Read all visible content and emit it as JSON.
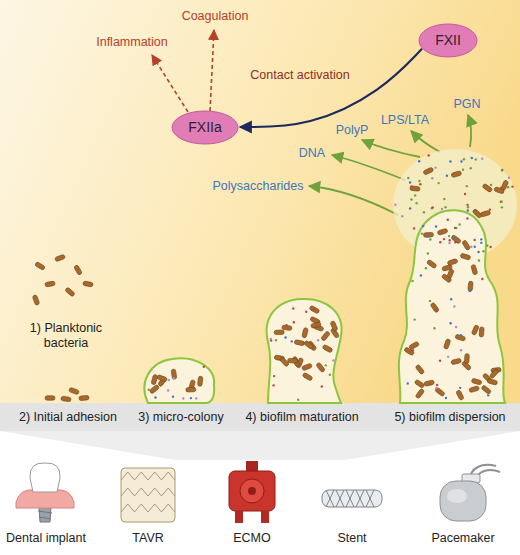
{
  "diagram": {
    "nodes": [
      {
        "text": [
          "FXII"
        ]
      },
      {
        "text": [
          "FXIIa"
        ]
      }
    ],
    "edges": [
      {
        "from": 0,
        "to": 1,
        "label": "Contact activation",
        "arrow": "to"
      }
    ],
    "labels": [
      "Inflammation",
      "Coagulation",
      "Polysaccharides",
      "DNA",
      "PolyP",
      "LPS/LTA",
      "PGN",
      "1) Planktonic bacteria",
      "2) Initial adhesion",
      "3) micro-colony",
      "4) biofilm maturation",
      "5) biofilm dispersion",
      "Dental implant",
      "TAVR",
      "ECMO",
      "Stent",
      "Pacemaker"
    ]
  }
}
